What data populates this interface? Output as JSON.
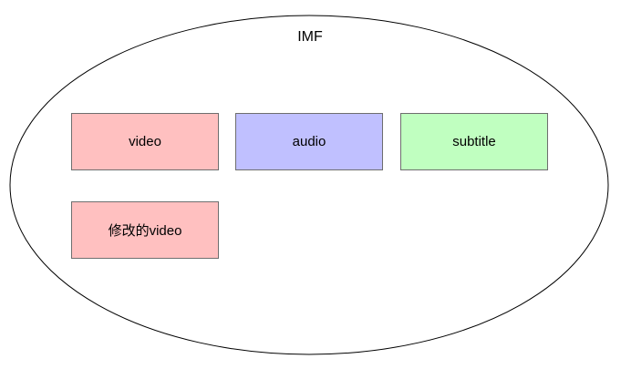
{
  "container": {
    "label": "IMF",
    "fill": "#ffffff",
    "stroke": "#000000"
  },
  "boxes": [
    {
      "id": "video",
      "label": "video",
      "fill": "#ffc0c0"
    },
    {
      "id": "audio",
      "label": "audio",
      "fill": "#c0c0ff"
    },
    {
      "id": "subtitle",
      "label": "subtitle",
      "fill": "#c0ffc0"
    },
    {
      "id": "modified",
      "label": "修改的video",
      "fill": "#ffc0c0"
    }
  ]
}
